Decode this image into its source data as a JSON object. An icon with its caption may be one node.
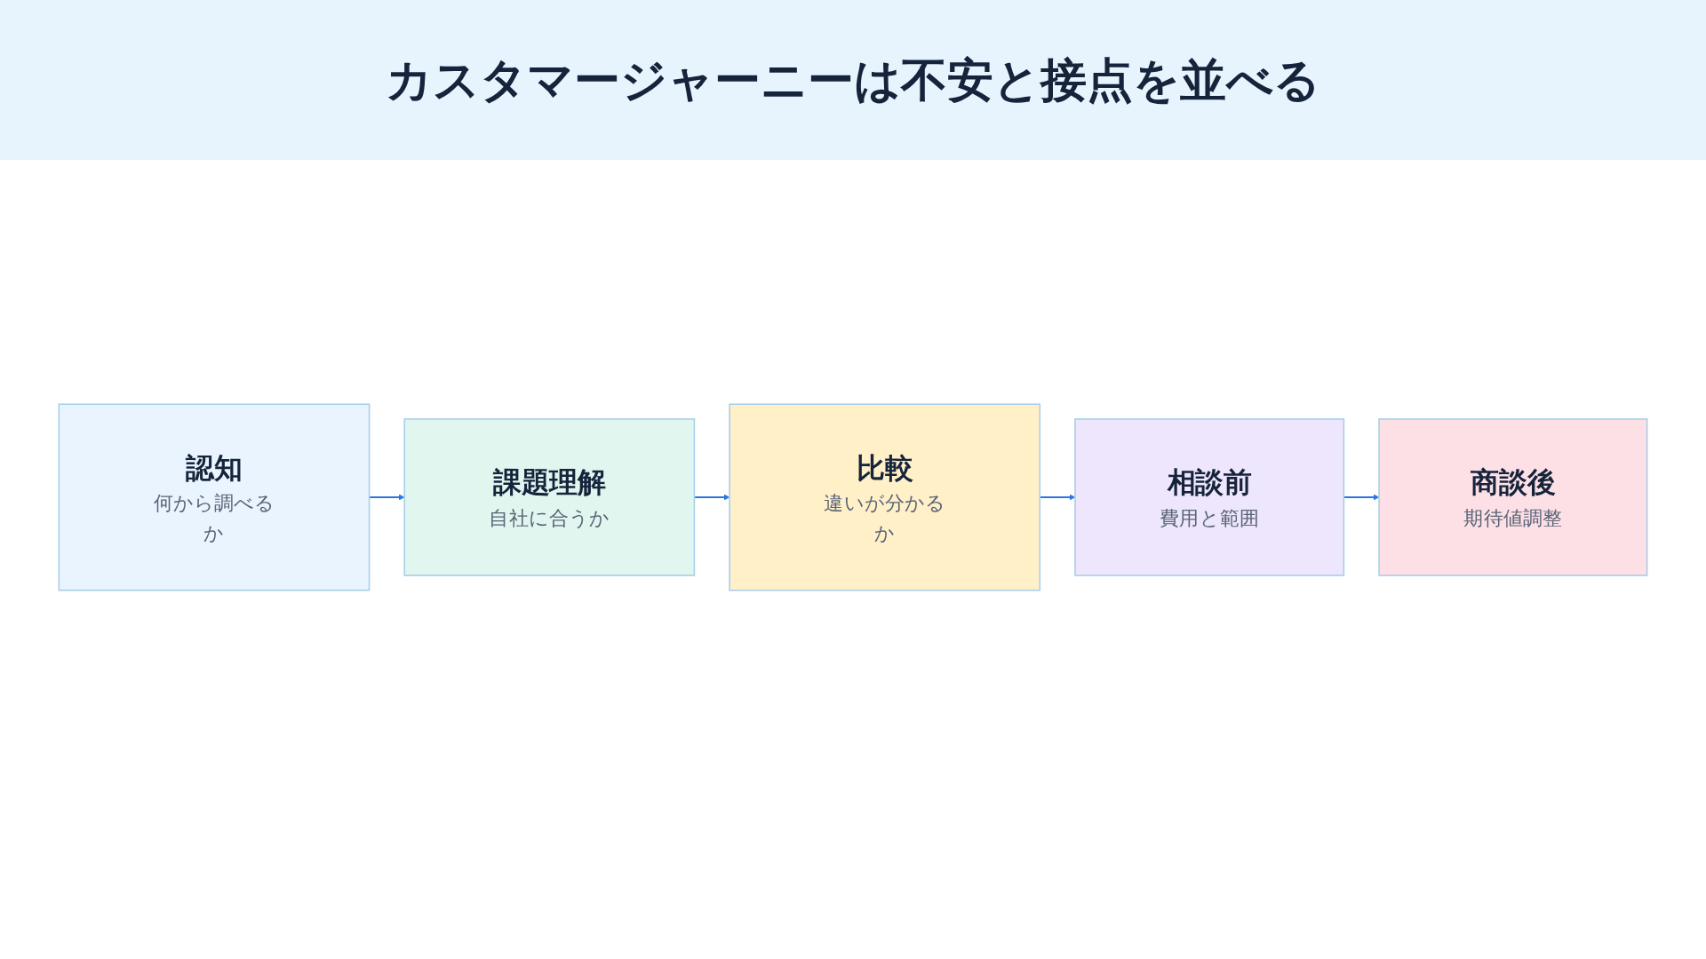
{
  "diagram": {
    "title": "カスタマージャーニーは不安と接点を並べる",
    "nodes": [
      {
        "text": [
          "認知",
          "何から調べるか"
        ]
      },
      {
        "text": [
          "課題理解",
          "自社に合うか"
        ]
      },
      {
        "text": [
          "比較",
          "違いが分かるか"
        ]
      },
      {
        "text": [
          "相談前",
          "費用と範囲"
        ]
      },
      {
        "text": [
          "商談後",
          "期待値調整"
        ]
      }
    ],
    "edges": [
      {
        "from": 0,
        "to": 1,
        "arrow": "to"
      },
      {
        "from": 1,
        "to": 2,
        "arrow": "to"
      },
      {
        "from": 2,
        "to": 3,
        "arrow": "to"
      },
      {
        "from": 3,
        "to": 4,
        "arrow": "to"
      }
    ]
  }
}
